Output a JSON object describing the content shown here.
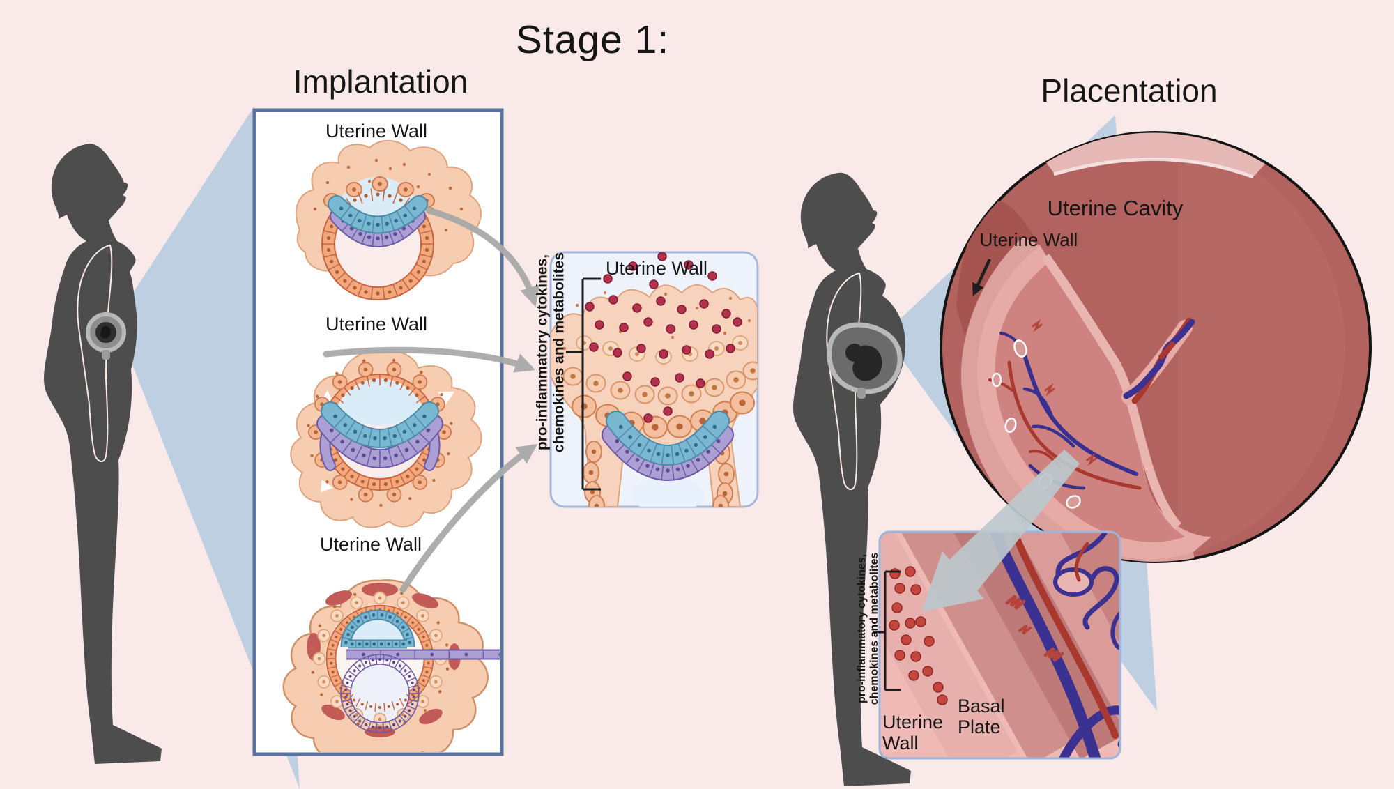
{
  "title": "Stage 1:",
  "implantation": {
    "heading": "Implantation",
    "wall_labels": [
      "Uterine Wall",
      "Uterine Wall",
      "Uterine Wall"
    ]
  },
  "inflammation_box": {
    "title": "Uterine Wall",
    "side_label_line1": "pro-inflammatory cytokines,",
    "side_label_line2": "chemokines and metabolites"
  },
  "placentation": {
    "heading": "Placentation",
    "cavity_label": "Uterine Cavity",
    "wall_label": "Uterine Wall"
  },
  "basal_box": {
    "side_label_line1": "pro-inflammatory cytokines,",
    "side_label_line2": "chemokines and metabolites",
    "wall_label": "Uterine Wall",
    "basal_label": "Basal Plate"
  },
  "colors": {
    "background": "#f9e9e8",
    "box_border_dark": "#5a729e",
    "box_border_light": "#a6b7dc",
    "cytokine_red": "#b4304d",
    "tissue_peach": "#f7cdb2",
    "cell_orange": "#f2a87d",
    "cell_blue": "#7ab8d2",
    "cell_purple": "#ab9fd4",
    "uterus_rose": "#b2625f",
    "vessel_blue": "#3b3191",
    "vessel_red": "#a9382f",
    "silhouette_gray": "#4d4d4d",
    "cone_blue": "#bccde0",
    "arrow_gray": "#a9a9a9"
  }
}
